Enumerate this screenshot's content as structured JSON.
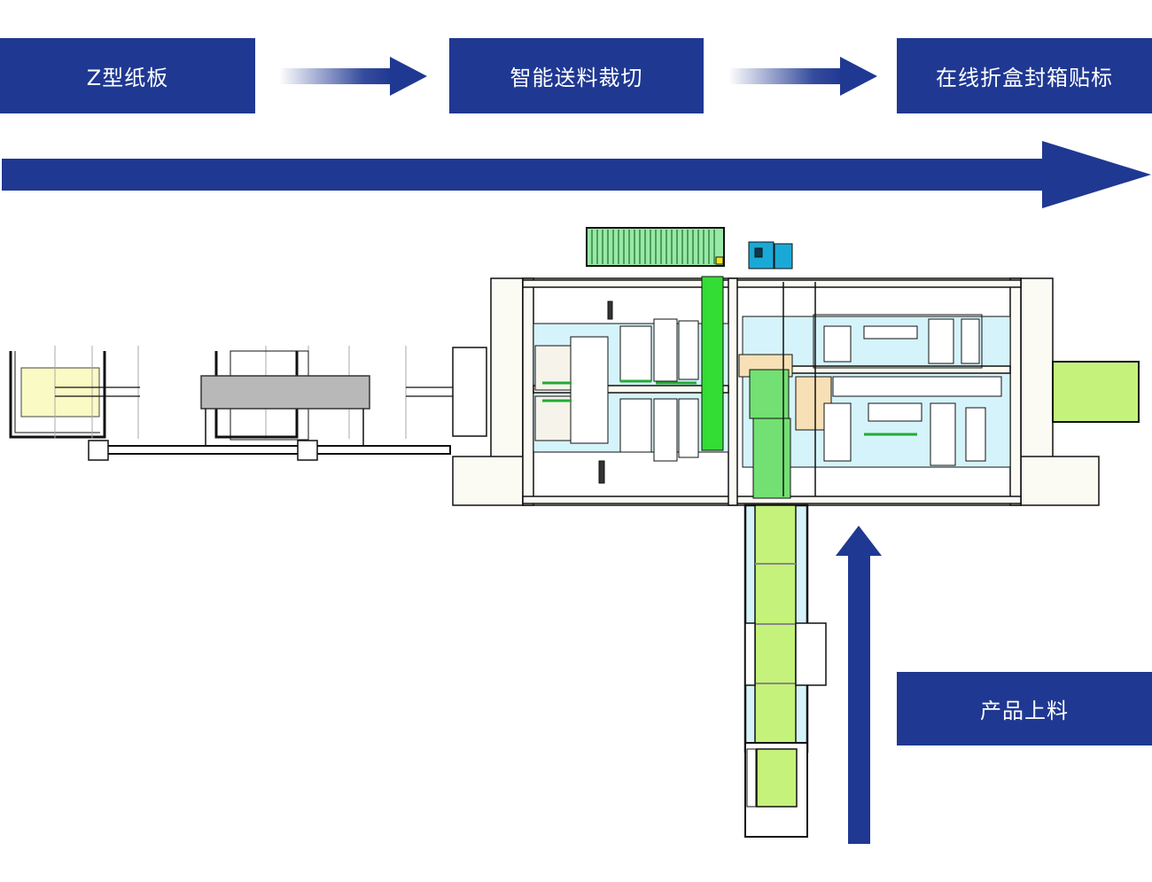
{
  "process_flow": {
    "steps": [
      {
        "label": "Z型纸板"
      },
      {
        "label": "智能送料裁切"
      },
      {
        "label": "在线折盒封箱贴标"
      }
    ],
    "side_input": {
      "label": "产品上料"
    },
    "main_direction": "left-to-right",
    "side_input_direction": "bottom-to-top"
  },
  "colors": {
    "brand_blue": "#1f3892",
    "conveyor_green": "#c5f27a",
    "bright_green": "#33dd33",
    "light_cyan": "#d5f3fa",
    "frame_cream": "#fbfaf3",
    "paper_yellow": "#fafac4",
    "gray_panel": "#b8b8b8",
    "tan": "#f7e0b5",
    "teal_cabinet": "#1aa9d6"
  },
  "machine": {
    "sections": [
      {
        "name": "z-fold-cardboard-feeder"
      },
      {
        "name": "smart-feed-cutting-unit"
      },
      {
        "name": "folding-sealing-labeling-unit"
      },
      {
        "name": "product-infeed-conveyor"
      },
      {
        "name": "output-conveyor"
      },
      {
        "name": "top-roller-conveyor"
      },
      {
        "name": "control-cabinet"
      }
    ]
  }
}
